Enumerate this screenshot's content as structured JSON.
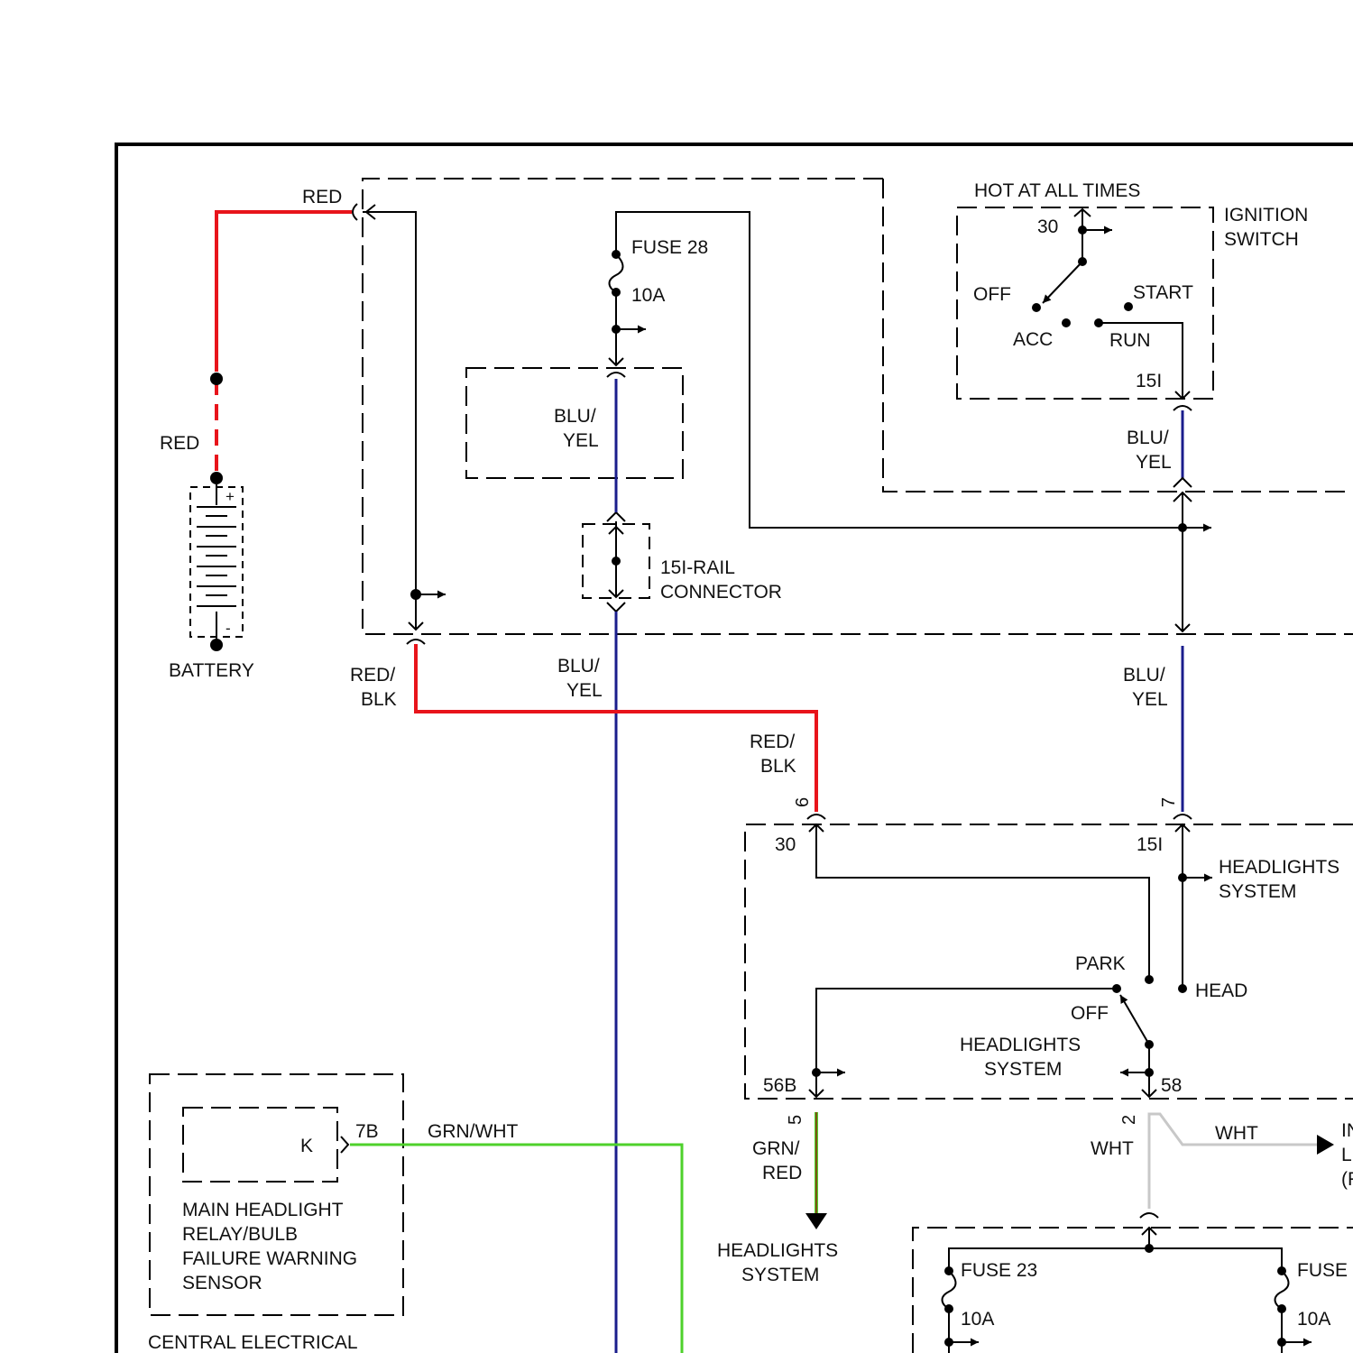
{
  "colors": {
    "red": "#e8141b",
    "blue": "#1a1d8c",
    "green": "#4ed12b",
    "white_wire": "#c8c8c8",
    "dark_red": "#8b2a10"
  },
  "battery": {
    "wire_top": "RED",
    "wire_bottom": "RED",
    "plus": "+",
    "minus": "-",
    "label": "BATTERY"
  },
  "fuse28": {
    "name": "FUSE 28",
    "rating": "10A"
  },
  "box_wire": {
    "line1": "BLU/",
    "line2": "YEL"
  },
  "rail_connector": {
    "line1": "15I-RAIL",
    "line2": "CONNECTOR"
  },
  "ignition": {
    "hot_label": "HOT AT ALL TIMES",
    "name_line1": "IGNITION",
    "name_line2": "SWITCH",
    "pin_in": "30",
    "off": "OFF",
    "acc": "ACC",
    "start": "START",
    "run": "RUN",
    "pin_out": "15I"
  },
  "wires": {
    "ign_out_1": "BLU/",
    "ign_out_2": "YEL",
    "relay_out_1": "RED/",
    "relay_out_2": "BLK",
    "main_blu_1": "BLU/",
    "main_blu_2": "YEL",
    "sw_in_red_1": "RED/",
    "sw_in_red_2": "BLK",
    "sw_in_blu_1": "BLU/",
    "sw_in_blu_2": "YEL",
    "grn_wht": "GRN/WHT",
    "grn_red_1": "GRN/",
    "grn_red_2": "RED",
    "wht_left": "WHT",
    "wht_right": "WHT"
  },
  "headlight_switch": {
    "pin6": "6",
    "pin7": "7",
    "term30": "30",
    "term15i": "15I",
    "headlights_system_1": "HEADLIGHTS",
    "headlights_system_2": "SYSTEM",
    "park": "PARK",
    "head": "HEAD",
    "off": "OFF",
    "name_line1": "HEADLIGHTS",
    "name_line2": "SYSTEM",
    "term56b": "56B",
    "term58": "58",
    "pin5": "5",
    "pin2": "2"
  },
  "bottom_dest": {
    "line1": "HEADLIGHTS",
    "line2": "SYSTEM"
  },
  "right_cut": {
    "line1": "IN",
    "line2": "L",
    "line3": "(F"
  },
  "sensor": {
    "k": "K",
    "pin": "7B",
    "line1": "MAIN HEADLIGHT",
    "line2": "RELAY/BULB",
    "line3": "FAILURE WARNING",
    "line4": "SENSOR"
  },
  "central_electrical": "CENTRAL ELECTRICAL",
  "fuse23": {
    "name": "FUSE 23",
    "rating": "10A"
  },
  "fuse_right": {
    "name": "FUSE",
    "rating": "10A"
  }
}
